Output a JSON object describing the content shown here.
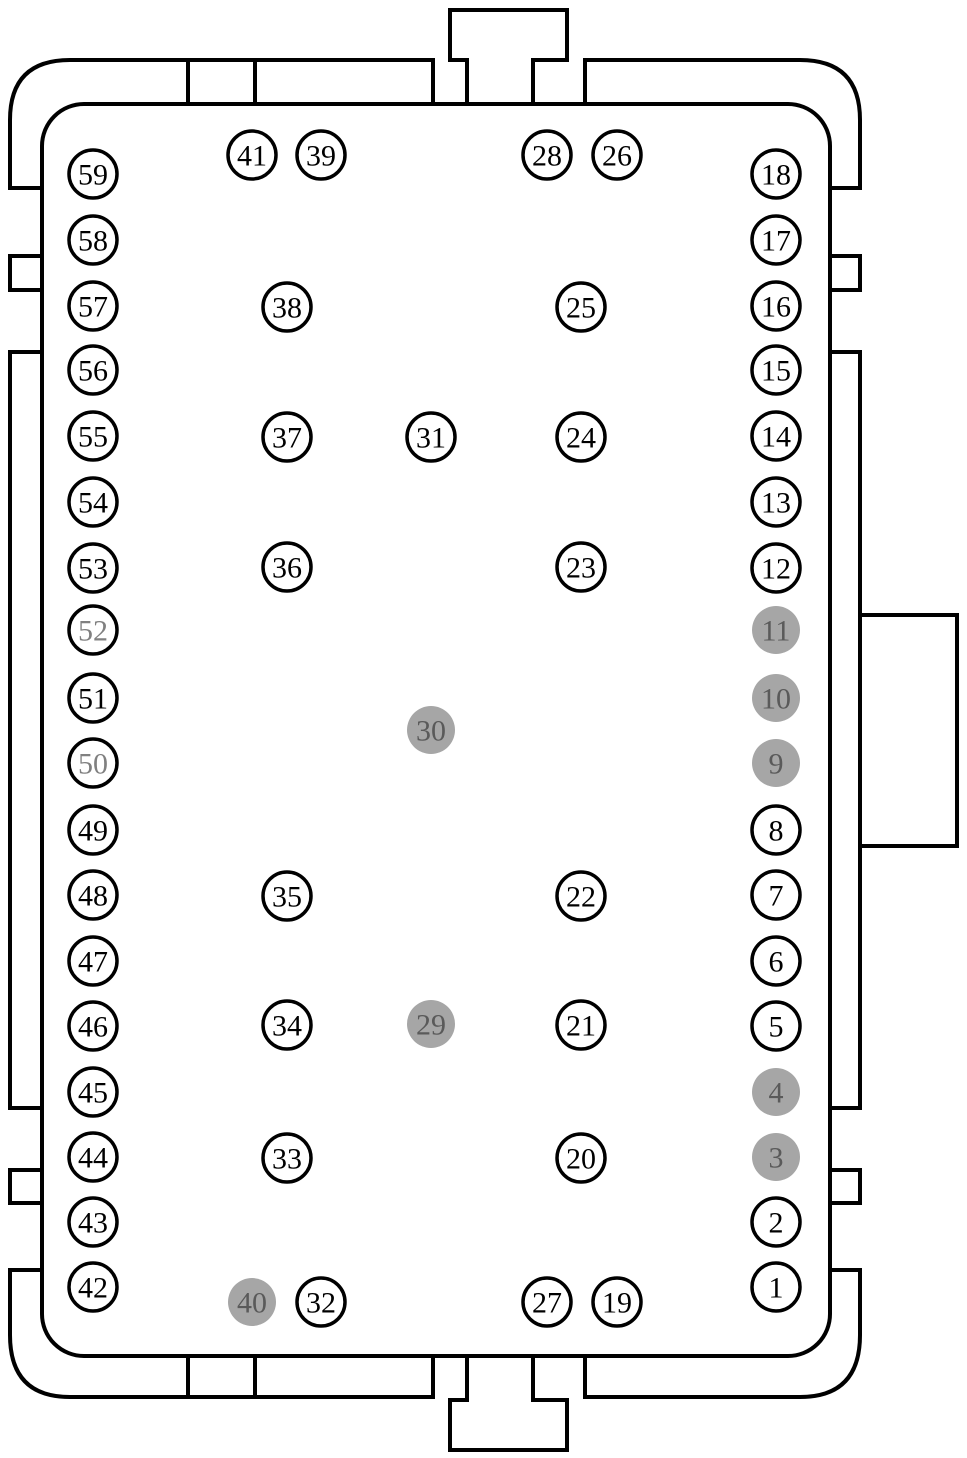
{
  "colors": {
    "outline": "#000000",
    "background": "#ffffff",
    "active_pin_fill": "#ffffff",
    "active_pin_text": "#000000",
    "inactive_pin_fill": "#a6a6a6",
    "inactive_pin_text": "#5a5a5a",
    "inactive_ring_text": "#808080"
  },
  "pins": [
    {
      "label": "1",
      "state": "active"
    },
    {
      "label": "2",
      "state": "active"
    },
    {
      "label": "3",
      "state": "empty"
    },
    {
      "label": "4",
      "state": "empty"
    },
    {
      "label": "5",
      "state": "active"
    },
    {
      "label": "6",
      "state": "active"
    },
    {
      "label": "7",
      "state": "active"
    },
    {
      "label": "8",
      "state": "active"
    },
    {
      "label": "9",
      "state": "empty"
    },
    {
      "label": "10",
      "state": "empty"
    },
    {
      "label": "11",
      "state": "empty"
    },
    {
      "label": "12",
      "state": "active"
    },
    {
      "label": "13",
      "state": "active"
    },
    {
      "label": "14",
      "state": "active"
    },
    {
      "label": "15",
      "state": "active"
    },
    {
      "label": "16",
      "state": "active"
    },
    {
      "label": "17",
      "state": "active"
    },
    {
      "label": "18",
      "state": "active"
    },
    {
      "label": "19",
      "state": "active"
    },
    {
      "label": "20",
      "state": "active"
    },
    {
      "label": "21",
      "state": "active"
    },
    {
      "label": "22",
      "state": "active"
    },
    {
      "label": "23",
      "state": "active"
    },
    {
      "label": "24",
      "state": "active"
    },
    {
      "label": "25",
      "state": "active"
    },
    {
      "label": "26",
      "state": "active"
    },
    {
      "label": "27",
      "state": "active"
    },
    {
      "label": "28",
      "state": "active"
    },
    {
      "label": "29",
      "state": "empty"
    },
    {
      "label": "30",
      "state": "empty"
    },
    {
      "label": "31",
      "state": "active"
    },
    {
      "label": "32",
      "state": "active"
    },
    {
      "label": "33",
      "state": "active"
    },
    {
      "label": "34",
      "state": "active"
    },
    {
      "label": "35",
      "state": "active"
    },
    {
      "label": "36",
      "state": "active"
    },
    {
      "label": "37",
      "state": "active"
    },
    {
      "label": "38",
      "state": "active"
    },
    {
      "label": "39",
      "state": "active"
    },
    {
      "label": "40",
      "state": "empty"
    },
    {
      "label": "41",
      "state": "active"
    },
    {
      "label": "42",
      "state": "active"
    },
    {
      "label": "43",
      "state": "active"
    },
    {
      "label": "44",
      "state": "active"
    },
    {
      "label": "45",
      "state": "active"
    },
    {
      "label": "46",
      "state": "active"
    },
    {
      "label": "47",
      "state": "active"
    },
    {
      "label": "48",
      "state": "active"
    },
    {
      "label": "49",
      "state": "active"
    },
    {
      "label": "50",
      "state": "ring-gray"
    },
    {
      "label": "51",
      "state": "active"
    },
    {
      "label": "52",
      "state": "ring-gray"
    },
    {
      "label": "53",
      "state": "active"
    },
    {
      "label": "54",
      "state": "active"
    },
    {
      "label": "55",
      "state": "active"
    },
    {
      "label": "56",
      "state": "active"
    },
    {
      "label": "57",
      "state": "active"
    },
    {
      "label": "58",
      "state": "active"
    },
    {
      "label": "59",
      "state": "active"
    }
  ]
}
